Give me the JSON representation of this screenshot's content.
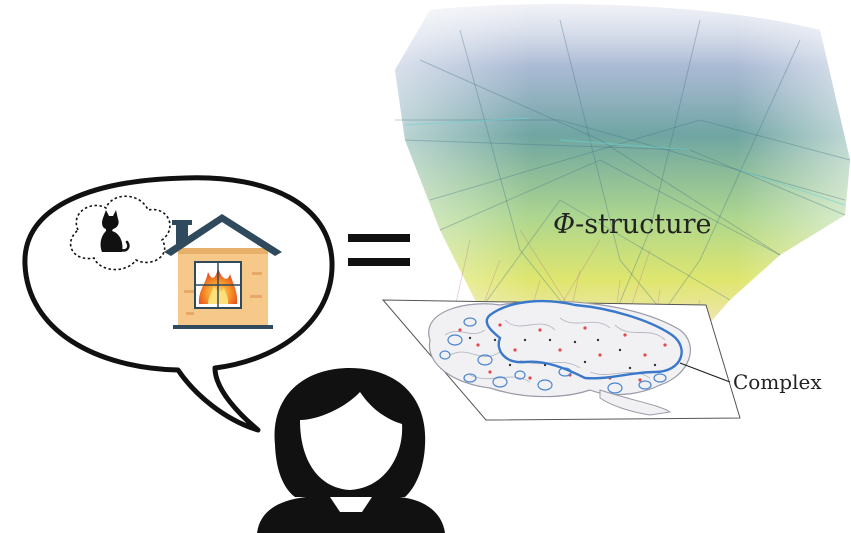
{
  "labels": {
    "phi_symbol": "Φ",
    "phi_rest": "-structure",
    "complex": "Complex"
  },
  "icons": {
    "speech_bubble": "speech-bubble-icon",
    "thought_cloud": "thought-cloud-icon",
    "cat": "cat-silhouette-icon",
    "house_on_fire": "burning-house-icon",
    "person": "person-silhouette-icon",
    "equals": "equals-sign-icon",
    "brain": "brain-network-icon"
  },
  "colors": {
    "outline": "#111111",
    "house_wall": "#f6c98a",
    "house_roof": "#2f4a5c",
    "fire": "#f26a1b",
    "complex_outline": "#3a78c9",
    "cone_top": "#9aa9c9",
    "cone_mid": "#6aa79a",
    "cone_low": "#c9d640"
  }
}
